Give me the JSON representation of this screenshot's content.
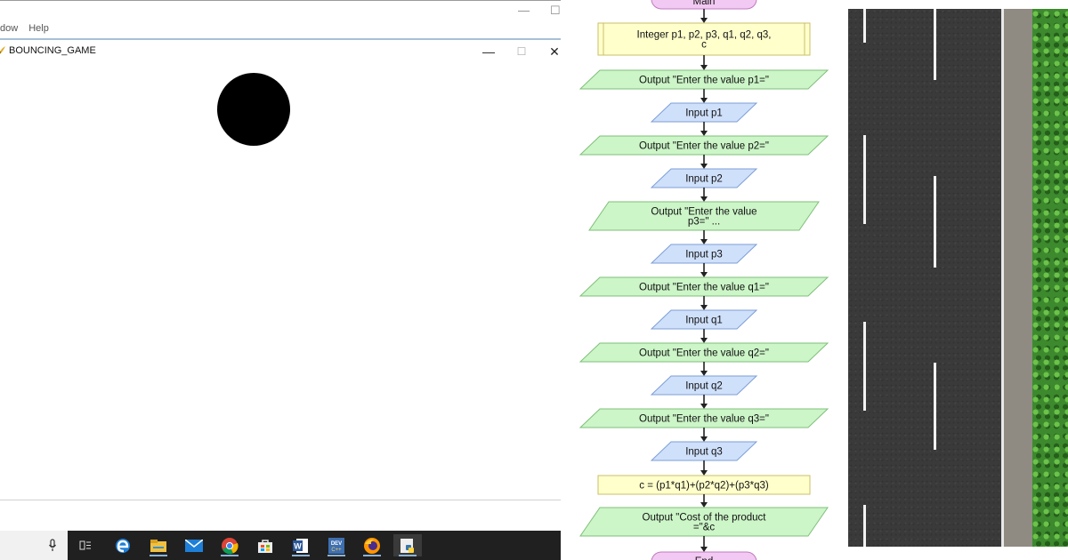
{
  "background_window": {
    "menu": [
      "dow",
      "Help"
    ],
    "controls": {
      "minimize": "—",
      "maximize": "☐"
    }
  },
  "game_window": {
    "title": "BOUNCING_GAME",
    "controls": {
      "minimize": "—",
      "maximize": "☐",
      "close": "✕"
    }
  },
  "taskbar": {
    "icons": [
      "microphone-icon",
      "task-view-icon",
      "edge-icon",
      "file-explorer-icon",
      "mail-icon",
      "chrome-icon",
      "store-icon",
      "word-icon",
      "dev-cpp-icon",
      "firefox-icon",
      "python-icon"
    ]
  },
  "flowchart": {
    "start": "Main",
    "declare": [
      "Integer p1, p2, p3, q1, q2, q3,",
      "c"
    ],
    "steps": [
      {
        "type": "output",
        "lines": [
          "Output \"Enter the value p1=\""
        ]
      },
      {
        "type": "input",
        "lines": [
          "Input p1"
        ]
      },
      {
        "type": "output",
        "lines": [
          "Output \"Enter the value p2=\""
        ]
      },
      {
        "type": "input",
        "lines": [
          "Input p2"
        ]
      },
      {
        "type": "output",
        "lines": [
          "Output \"Enter the value",
          "p3=\" ..."
        ]
      },
      {
        "type": "input",
        "lines": [
          "Input p3"
        ]
      },
      {
        "type": "output",
        "lines": [
          "Output \"Enter the value q1=\""
        ]
      },
      {
        "type": "input",
        "lines": [
          "Input q1"
        ]
      },
      {
        "type": "output",
        "lines": [
          "Output \"Enter the value q2=\""
        ]
      },
      {
        "type": "input",
        "lines": [
          "Input q2"
        ]
      },
      {
        "type": "output",
        "lines": [
          "Output \"Enter the value q3=\""
        ]
      },
      {
        "type": "input",
        "lines": [
          "Input q3"
        ]
      },
      {
        "type": "assign",
        "lines": [
          "c = (p1*q1)+(p2*q2)+(p3*q3)"
        ]
      },
      {
        "type": "output",
        "lines": [
          "Output \"Cost of the product",
          "=\"&c"
        ]
      }
    ],
    "end": "End",
    "colors": {
      "output": "#ccf5c8",
      "output_stroke": "#7fbf7a",
      "input": "#cfe0fb",
      "input_stroke": "#7c9ed6",
      "process": "#ffffcc",
      "process_stroke": "#c8bf6a",
      "terminal": "#f2c9f2",
      "terminal_stroke": "#c07ac0"
    }
  }
}
